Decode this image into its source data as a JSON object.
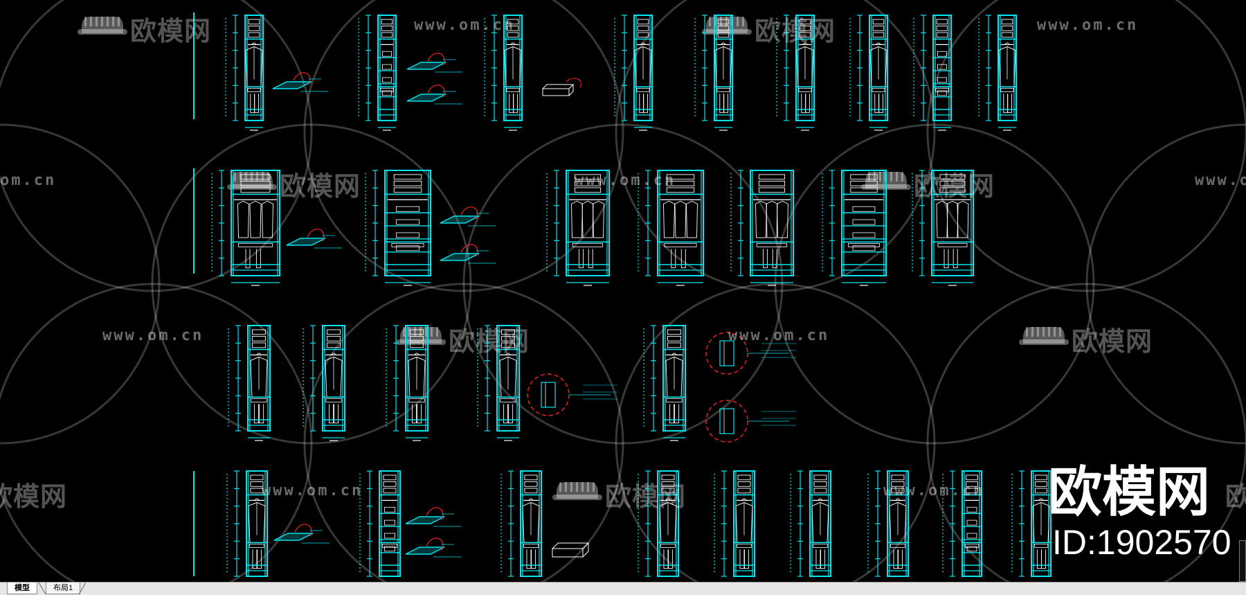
{
  "watermark": {
    "brand_text": "欧模网",
    "url_text": "www.om.cn",
    "url_short": "om.cn",
    "brand_cut": "欧模"
  },
  "brand_overlay": {
    "name": "欧模网",
    "id_text": "ID:1902570"
  },
  "tabs": [
    {
      "label": "模型",
      "active": true
    },
    {
      "label": "布局1",
      "active": false
    }
  ],
  "colors": {
    "background": "#000000",
    "cabinet_stroke": "#00e5ee",
    "detail_stroke": "#ffffff",
    "leader_stroke": "#ff2020",
    "watermark": "#ffffff"
  },
  "icons": {
    "watermark_logo": "sofa-icon",
    "tab_scroll": "scrollbar-icon"
  }
}
